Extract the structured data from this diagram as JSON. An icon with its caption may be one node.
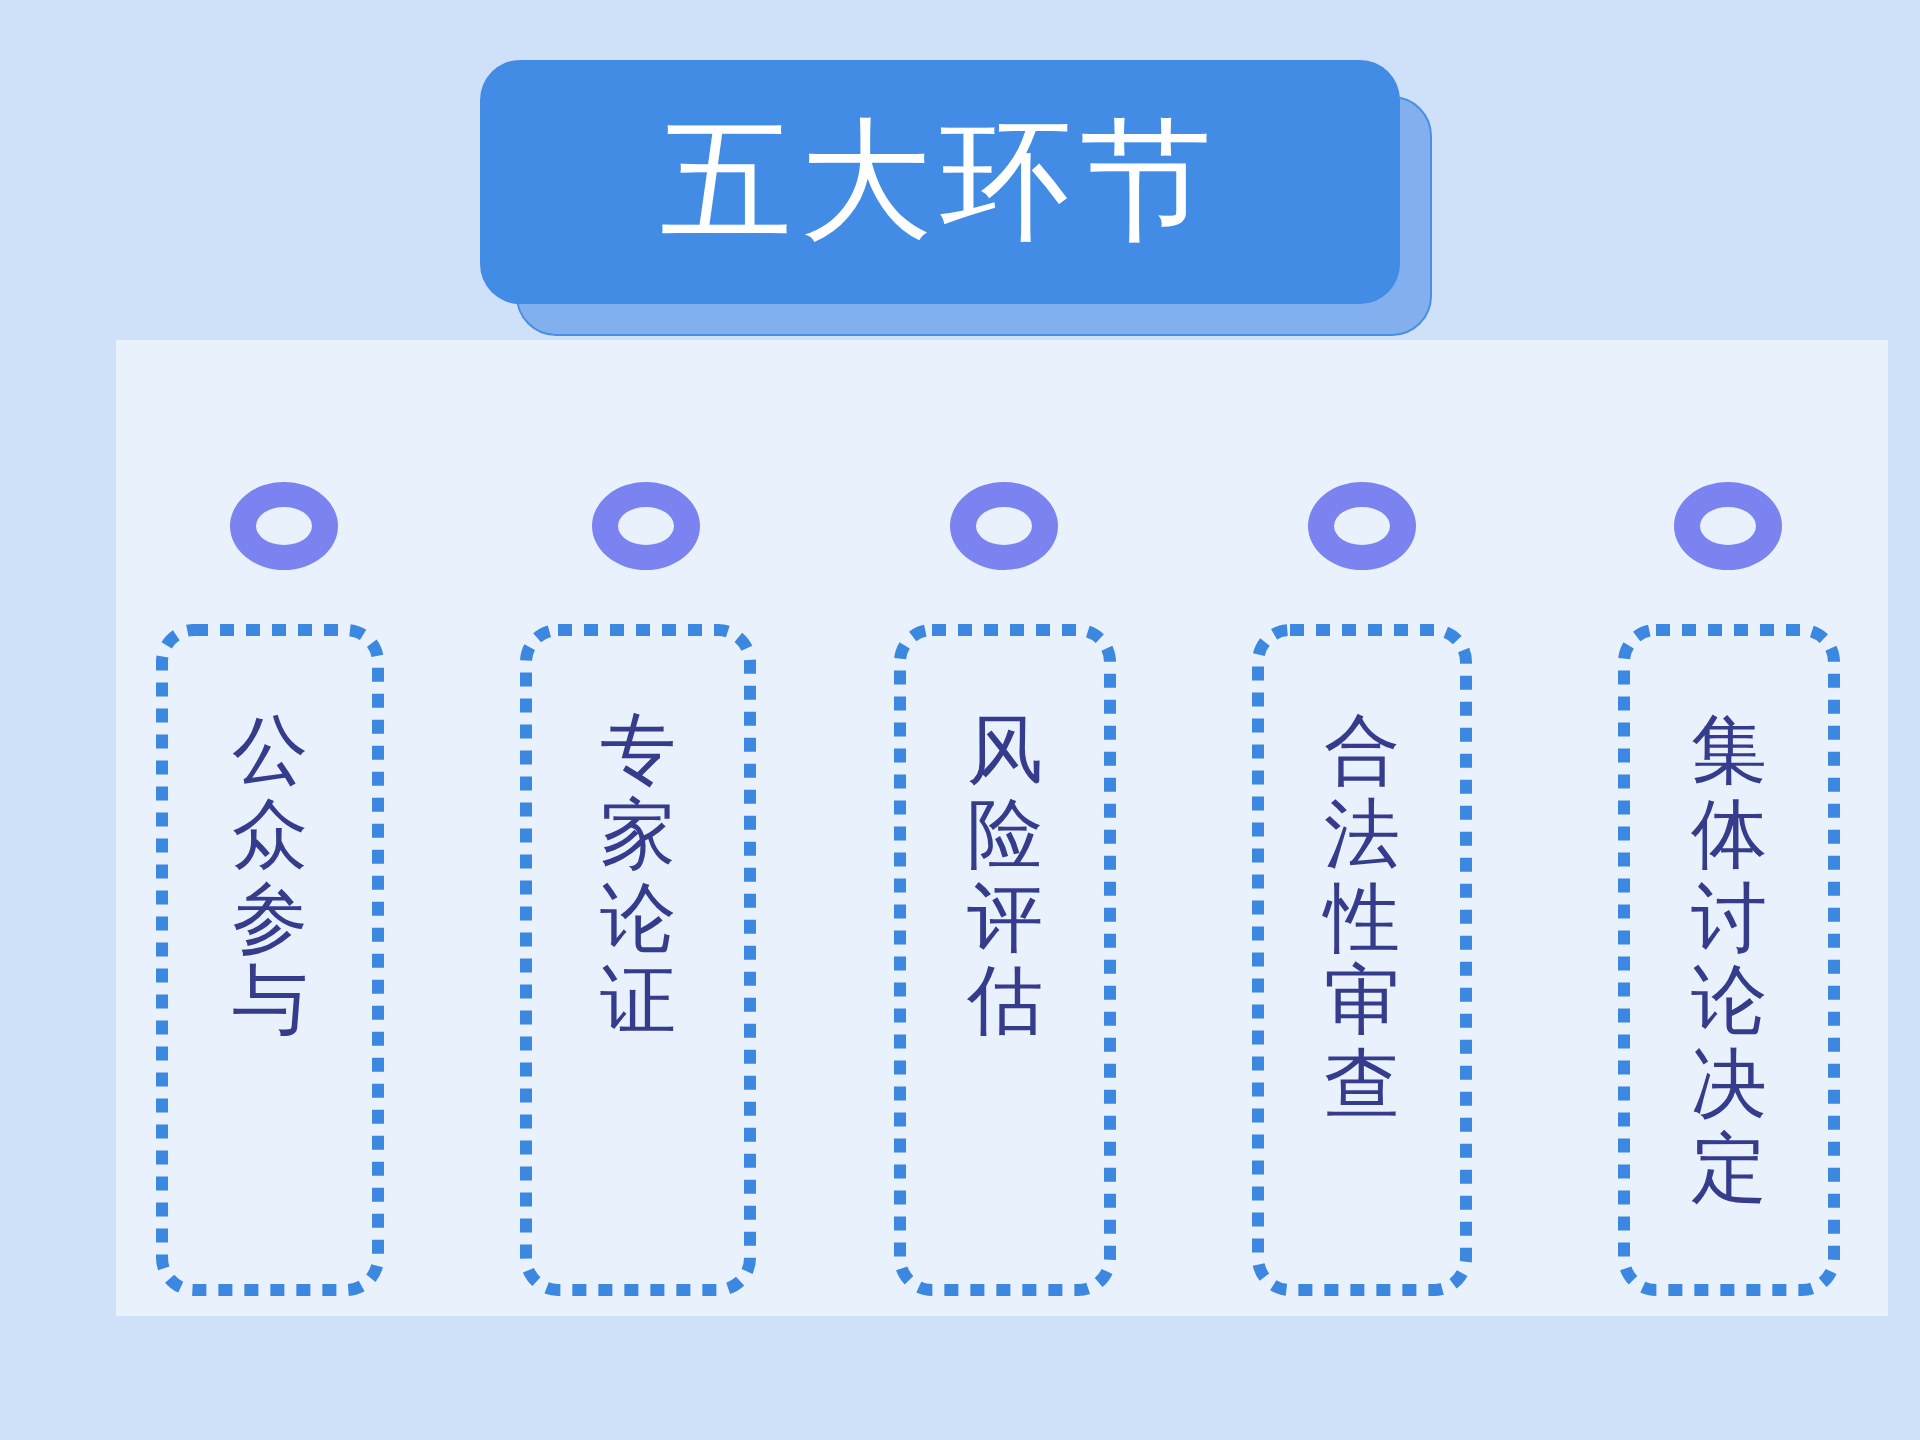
{
  "diagram": {
    "title": "五大环节",
    "nodes": [
      {
        "text": [
          "公众参与"
        ]
      },
      {
        "text": [
          "专家论证"
        ]
      },
      {
        "text": [
          "风险评估"
        ]
      },
      {
        "text": [
          "合法性审查"
        ]
      },
      {
        "text": [
          "集体讨论决定"
        ]
      }
    ]
  }
}
